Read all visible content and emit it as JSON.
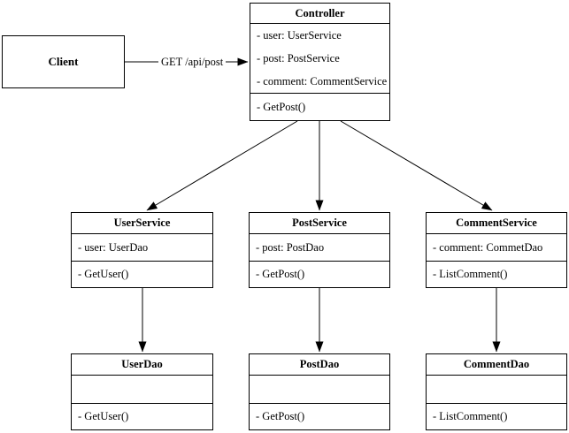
{
  "colors": {
    "stroke": "#000000",
    "background": "#ffffff",
    "text": "#000000"
  },
  "client": {
    "title": "Client"
  },
  "request_edge": {
    "label": "GET /api/post"
  },
  "controller": {
    "title": "Controller",
    "attributes": [
      "- user: UserService",
      "- post: PostService",
      "- comment: CommentService"
    ],
    "methods": [
      "- GetPost()"
    ]
  },
  "services": [
    {
      "title": "UserService",
      "attributes": [
        "- user: UserDao"
      ],
      "methods": [
        "- GetUser()"
      ]
    },
    {
      "title": "PostService",
      "attributes": [
        "- post: PostDao"
      ],
      "methods": [
        "- GetPost()"
      ]
    },
    {
      "title": "CommentService",
      "attributes": [
        "- comment: CommetDao"
      ],
      "methods": [
        "- ListComment()"
      ]
    }
  ],
  "daos": [
    {
      "title": "UserDao",
      "methods": [
        "- GetUser()"
      ]
    },
    {
      "title": "PostDao",
      "methods": [
        "- GetPost()"
      ]
    },
    {
      "title": "CommentDao",
      "methods": [
        "- ListComment()"
      ]
    }
  ]
}
